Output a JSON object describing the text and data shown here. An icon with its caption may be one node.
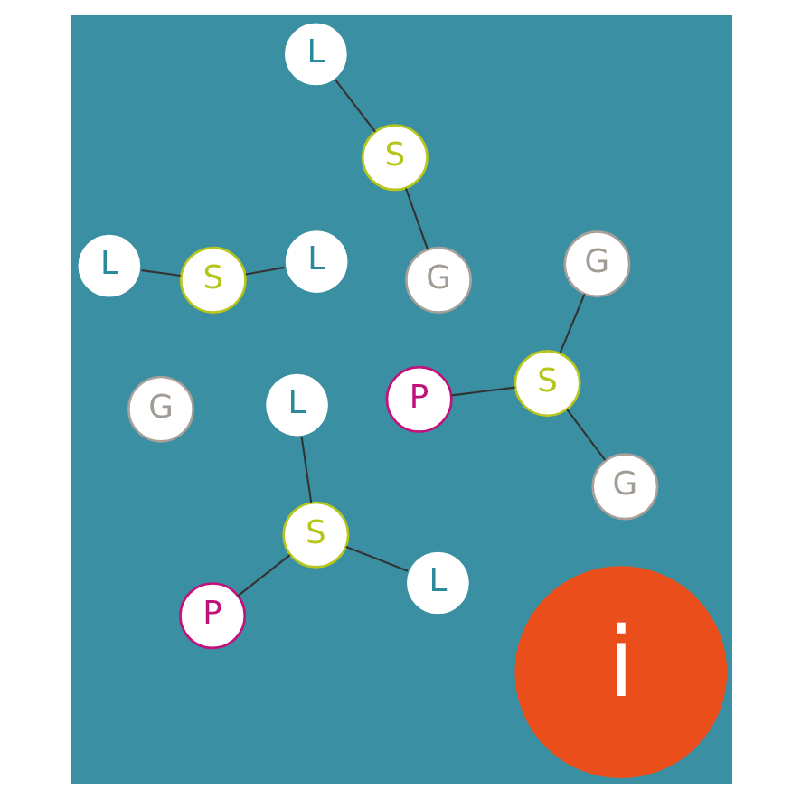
{
  "diagram": {
    "nodes": [
      {
        "text": [
          "L"
        ]
      },
      {
        "text": [
          "L"
        ]
      },
      {
        "text": [
          "L"
        ]
      },
      {
        "text": [
          "S"
        ]
      },
      {
        "text": [
          "S"
        ]
      },
      {
        "text": [
          "G"
        ]
      },
      {
        "text": [
          "i"
        ]
      },
      {
        "text": [
          "P"
        ]
      },
      {
        "text": [
          "L"
        ]
      },
      {
        "text": [
          "S"
        ]
      },
      {
        "text": [
          "P"
        ]
      },
      {
        "text": [
          "L"
        ]
      },
      {
        "text": [
          "G"
        ]
      },
      {
        "text": [
          "S"
        ]
      },
      {
        "text": [
          "G"
        ]
      },
      {
        "text": [
          "G"
        ]
      }
    ],
    "edges": [
      {
        "from": 0,
        "to": 3,
        "arrow": "none"
      },
      {
        "from": 2,
        "to": 3,
        "arrow": "none"
      },
      {
        "from": 1,
        "to": 4,
        "arrow": "none"
      },
      {
        "from": 4,
        "to": 5,
        "arrow": "none"
      },
      {
        "from": 7,
        "to": 9,
        "arrow": "none"
      },
      {
        "from": 9,
        "to": 8,
        "arrow": "none"
      },
      {
        "from": 9,
        "to": 11,
        "arrow": "none"
      },
      {
        "from": 10,
        "to": 13,
        "arrow": "none"
      },
      {
        "from": 13,
        "to": 14,
        "arrow": "none"
      },
      {
        "from": 13,
        "to": 15,
        "arrow": "none"
      }
    ]
  }
}
